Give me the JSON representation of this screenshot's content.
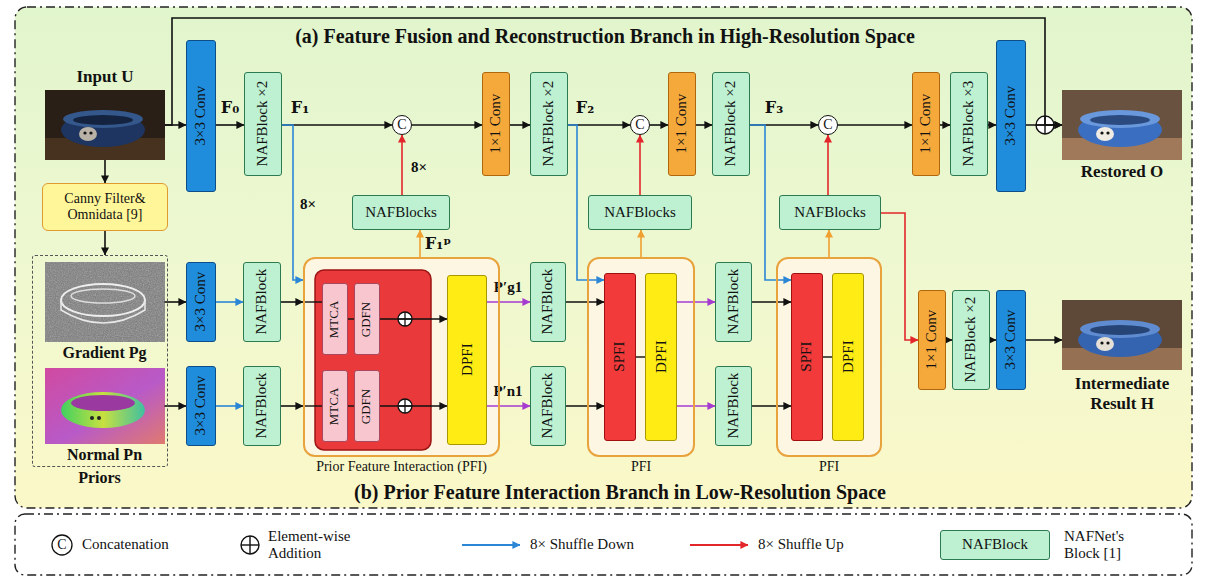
{
  "diagram": {
    "nodes": [
      {
        "text": [
          "Input U"
        ]
      },
      {
        "text": [
          "3×3 Conv"
        ]
      },
      {
        "text": [
          "NAFBlock ×2"
        ]
      },
      {
        "text": [
          "C"
        ]
      },
      {
        "text": [
          "1×1 Conv"
        ]
      },
      {
        "text": [
          "NAFBlock ×2"
        ]
      },
      {
        "text": [
          "C"
        ]
      },
      {
        "text": [
          "1×1 Conv"
        ]
      },
      {
        "text": [
          "NAFBlock ×2"
        ]
      },
      {
        "text": [
          "C"
        ]
      },
      {
        "text": [
          "1×1 Conv"
        ]
      },
      {
        "text": [
          "NAFBlock ×3"
        ]
      },
      {
        "text": [
          "3×3 Conv"
        ]
      },
      {
        "text": [
          "Restored O"
        ]
      },
      {
        "text": [
          "Canny Filter& Omnidata [9]"
        ]
      },
      {
        "text": [
          "NAFBlocks"
        ]
      },
      {
        "text": [
          "NAFBlocks"
        ]
      },
      {
        "text": [
          "NAFBlocks"
        ]
      },
      {
        "text": [
          "Priors"
        ]
      },
      {
        "text": [
          "Gradient Pg"
        ],
        "in": 18
      },
      {
        "text": [
          "Normal Pn"
        ],
        "in": 18
      },
      {
        "text": [
          "3×3 Conv"
        ]
      },
      {
        "text": [
          "NAFBlock"
        ]
      },
      {
        "text": [
          "3×3 Conv"
        ]
      },
      {
        "text": [
          "NAFBlock"
        ]
      },
      {
        "text": [
          "Prior Feature Interaction (PFI)"
        ]
      },
      {
        "text": [
          "MTCA"
        ],
        "in": 25
      },
      {
        "text": [
          "GDFN"
        ],
        "in": 25
      },
      {
        "text": [
          "MTCA"
        ],
        "in": 25
      },
      {
        "text": [
          "GDFN"
        ],
        "in": 25
      },
      {
        "text": [
          "DPFI"
        ],
        "in": 25
      },
      {
        "text": [
          "NAFBlock"
        ]
      },
      {
        "text": [
          "NAFBlock"
        ]
      },
      {
        "text": [
          "PFI"
        ]
      },
      {
        "text": [
          "SPFI"
        ],
        "in": 33
      },
      {
        "text": [
          "DPFI"
        ],
        "in": 33
      },
      {
        "text": [
          "NAFBlock"
        ]
      },
      {
        "text": [
          "NAFBlock"
        ]
      },
      {
        "text": [
          "PFI"
        ]
      },
      {
        "text": [
          "SPFI"
        ],
        "in": 38
      },
      {
        "text": [
          "DPFI"
        ],
        "in": 38
      },
      {
        "text": [
          "1×1 Conv"
        ]
      },
      {
        "text": [
          "NAFBlock ×2"
        ]
      },
      {
        "text": [
          "3×3 Conv"
        ]
      },
      {
        "text": [
          "Intermediate Result H"
        ]
      }
    ],
    "edges": [
      {
        "from": 0,
        "to": 1,
        "arrow": "to"
      },
      {
        "from": 1,
        "to": 2,
        "arrow": "to"
      },
      {
        "from": 2,
        "to": 3,
        "arrow": "to"
      },
      {
        "from": 3,
        "to": 4,
        "arrow": "to"
      },
      {
        "from": 4,
        "to": 5,
        "arrow": "to"
      },
      {
        "from": 5,
        "to": 6,
        "arrow": "to"
      },
      {
        "from": 6,
        "to": 7,
        "arrow": "to"
      },
      {
        "from": 7,
        "to": 8,
        "arrow": "to"
      },
      {
        "from": 8,
        "to": 9,
        "arrow": "to"
      },
      {
        "from": 9,
        "to": 10,
        "arrow": "to"
      },
      {
        "from": 10,
        "to": 11,
        "arrow": "to"
      },
      {
        "from": 11,
        "to": 12,
        "arrow": "to"
      },
      {
        "from": 12,
        "to": 13,
        "arrow": "to"
      },
      {
        "from": 0,
        "to": 13,
        "arrow": "to"
      },
      {
        "from": 0,
        "to": 14,
        "arrow": "to"
      },
      {
        "from": 14,
        "to": 18,
        "arrow": "to"
      },
      {
        "from": 19,
        "to": 21,
        "arrow": "to"
      },
      {
        "from": 21,
        "to": 22,
        "arrow": "to"
      },
      {
        "from": 20,
        "to": 23,
        "arrow": "to"
      },
      {
        "from": 23,
        "to": 24,
        "arrow": "to"
      },
      {
        "from": 22,
        "to": 25,
        "arrow": "to"
      },
      {
        "from": 24,
        "to": 25,
        "arrow": "to"
      },
      {
        "from": 2,
        "to": 25,
        "label": "8×",
        "arrow": "to"
      },
      {
        "from": 27,
        "to": 30,
        "arrow": "to"
      },
      {
        "from": 29,
        "to": 30,
        "arrow": "to"
      },
      {
        "from": 25,
        "to": 15,
        "label": "F₁ᵖ",
        "arrow": "to"
      },
      {
        "from": 15,
        "to": 3,
        "label": "8×",
        "arrow": "to"
      },
      {
        "from": 30,
        "to": 31,
        "label": "P′g1",
        "arrow": "to"
      },
      {
        "from": 30,
        "to": 32,
        "label": "P′n1",
        "arrow": "to"
      },
      {
        "from": 31,
        "to": 34,
        "arrow": "to"
      },
      {
        "from": 32,
        "to": 34,
        "arrow": "to"
      },
      {
        "from": 5,
        "to": 34,
        "arrow": "to"
      },
      {
        "from": 33,
        "to": 16,
        "arrow": "to"
      },
      {
        "from": 16,
        "to": 6,
        "arrow": "to"
      },
      {
        "from": 35,
        "to": 36,
        "arrow": "to"
      },
      {
        "from": 35,
        "to": 37,
        "arrow": "to"
      },
      {
        "from": 36,
        "to": 39,
        "arrow": "to"
      },
      {
        "from": 37,
        "to": 39,
        "arrow": "to"
      },
      {
        "from": 8,
        "to": 39,
        "arrow": "to"
      },
      {
        "from": 38,
        "to": 17,
        "arrow": "to"
      },
      {
        "from": 17,
        "to": 9,
        "arrow": "to"
      },
      {
        "from": 17,
        "to": 41,
        "arrow": "to"
      },
      {
        "from": 41,
        "to": 42,
        "arrow": "to"
      },
      {
        "from": 42,
        "to": 43,
        "arrow": "to"
      },
      {
        "from": 43,
        "to": 44,
        "arrow": "to"
      }
    ],
    "labels": [
      "(a) Feature Fusion and Reconstruction Branch in High-Resolution Space",
      "F₀",
      "F₁",
      "F₂",
      "F₃",
      "(b) Prior Feature Interaction Branch in Low-Resolution Space",
      "C",
      "NAFBlock"
    ],
    "legend": [
      {
        "text": "Concatenation"
      },
      {
        "text": "Element-wise Addition"
      },
      {
        "text": "8× Shuffle Down"
      },
      {
        "text": "8× Shuffle Up"
      },
      {
        "text": "NAFNet's Block [1]",
        "color": "#bdf1d1"
      }
    ]
  }
}
